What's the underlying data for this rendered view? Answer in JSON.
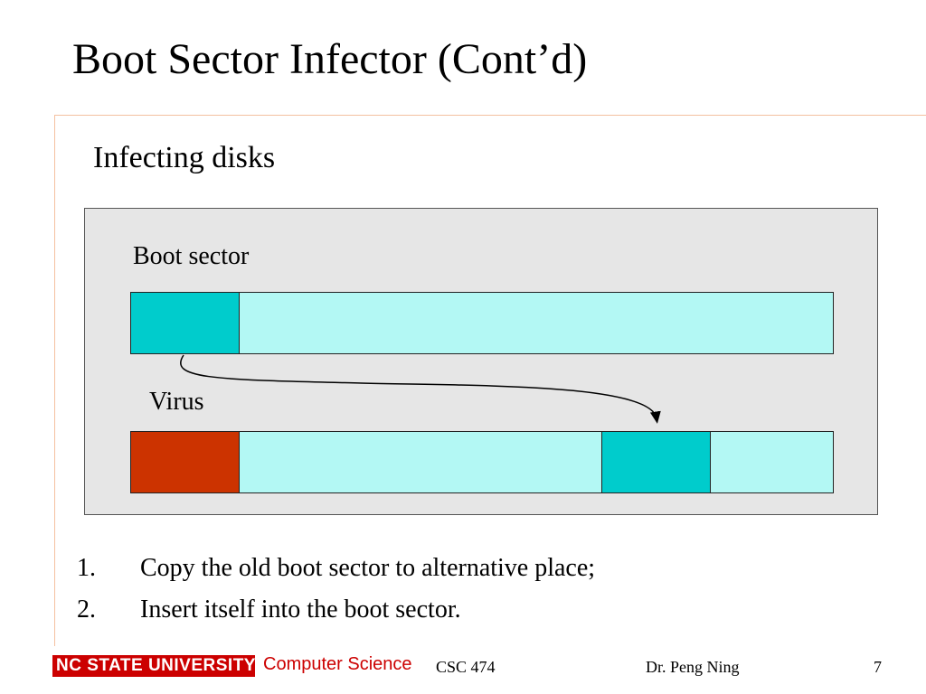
{
  "slide": {
    "title": "Boot Sector Infector (Cont’d)",
    "subtitle": "Infecting disks"
  },
  "diagram": {
    "boot_label": "Boot sector",
    "virus_label": "Virus",
    "colors": {
      "panel": "#e6e6e6",
      "disk": "#b3f8f4",
      "boot_sector": "#00cccc",
      "virus": "#cc3300"
    }
  },
  "steps": [
    {
      "num": "1.",
      "text": "Copy the old boot sector to alternative place;"
    },
    {
      "num": "2.",
      "text": "Insert itself into the boot sector."
    }
  ],
  "footer": {
    "logo_text": "NC STATE UNIVERSITY",
    "department": "Computer Science",
    "course": "CSC 474",
    "author": "Dr. Peng Ning",
    "page": "7"
  }
}
